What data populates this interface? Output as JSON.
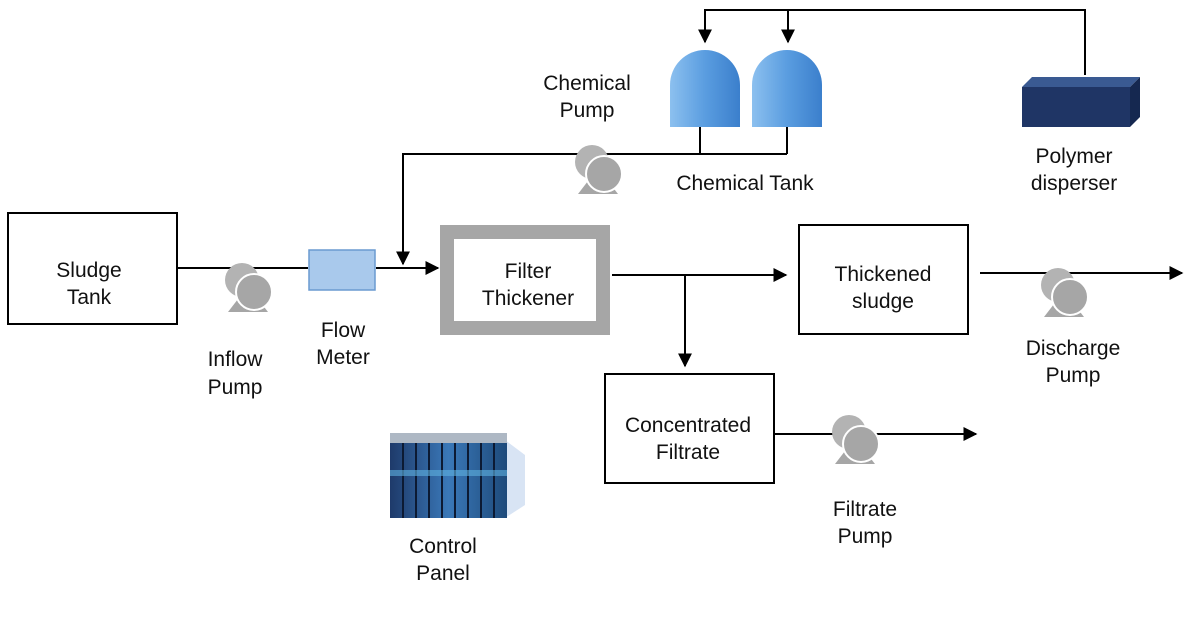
{
  "labels": {
    "sludge_tank": [
      "Sludge",
      "Tank"
    ],
    "inflow_pump": [
      "Inflow",
      "Pump"
    ],
    "flow_meter": [
      "Flow",
      "Meter"
    ],
    "filter_thickener": [
      "Filter",
      "Thickener"
    ],
    "chemical_pump": [
      "Chemical",
      "Pump"
    ],
    "chemical_tank": "Chemical  Tank",
    "polymer_disperser": [
      "Polymer",
      "disperser"
    ],
    "thickened_sludge": [
      "Thickened",
      "sludge"
    ],
    "discharge_pump": [
      "Discharge",
      "Pump"
    ],
    "concentrated_filtrate": [
      "Concentrated",
      "Filtrate"
    ],
    "filtrate_pump": [
      "Filtrate",
      "Pump"
    ],
    "control_panel": [
      "Control",
      "Panel"
    ]
  },
  "colors": {
    "tank_blue": "#4a8fd6",
    "tank_blue_light": "#8cc0ef",
    "meter_fill": "#a9c9ec",
    "meter_stroke": "#6a9ad0",
    "disperser_dark": "#1f3565",
    "disperser_top": "#3a5a92",
    "pump_gray": "#a6a6a6",
    "thickener_frame": "#a6a6a6"
  },
  "icons": {
    "pump": "pump-icon",
    "tank": "chemical-tank-icon",
    "disperser": "polymer-disperser-icon",
    "panel": "control-panel-icon"
  }
}
